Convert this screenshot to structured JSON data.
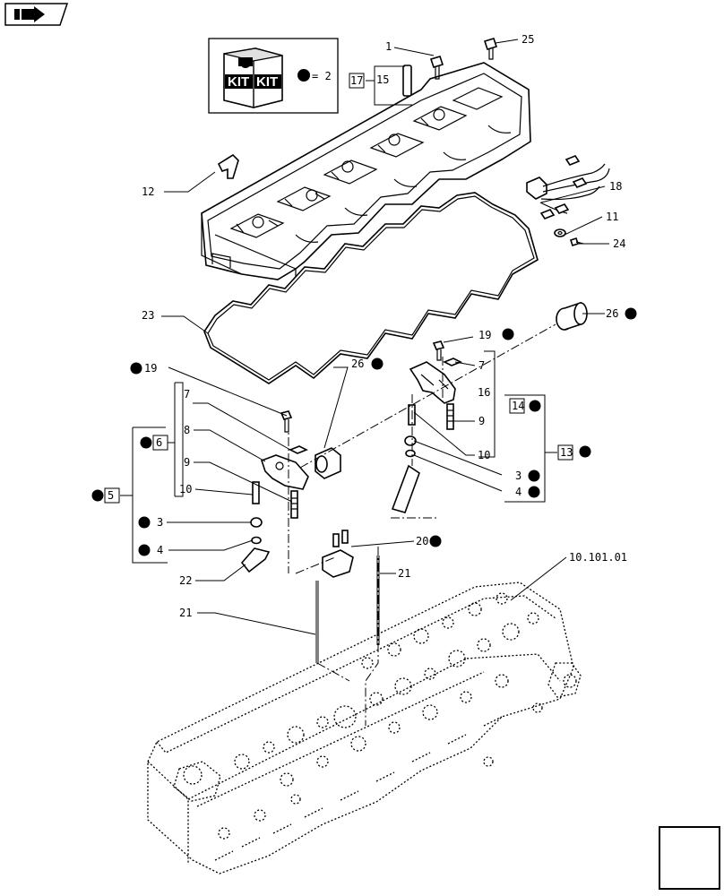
{
  "kit_legend": {
    "kit_text_1": "KIT",
    "kit_text_2": "KIT",
    "equals_text": "= 2"
  },
  "labels": {
    "l1": "1",
    "l25": "25",
    "l15": "15",
    "l17": "17",
    "l12": "12",
    "l18": "18",
    "l11": "11",
    "l24": "24",
    "l23": "23",
    "l26a": "26",
    "l19a": "19",
    "l7a": "7",
    "l16": "16",
    "l14": "14",
    "l9a": "9",
    "l10a": "10",
    "l13": "13",
    "l3a": "3",
    "l4a": "4",
    "l19b": "19",
    "l26b": "26",
    "l7b": "7",
    "l8": "8",
    "l6": "6",
    "l9b": "9",
    "l10b": "10",
    "l5": "5",
    "l3b": "3",
    "l4b": "4",
    "l20": "20",
    "l22": "22",
    "l21a": "21",
    "l21b": "21",
    "ref": "10.101.01"
  }
}
